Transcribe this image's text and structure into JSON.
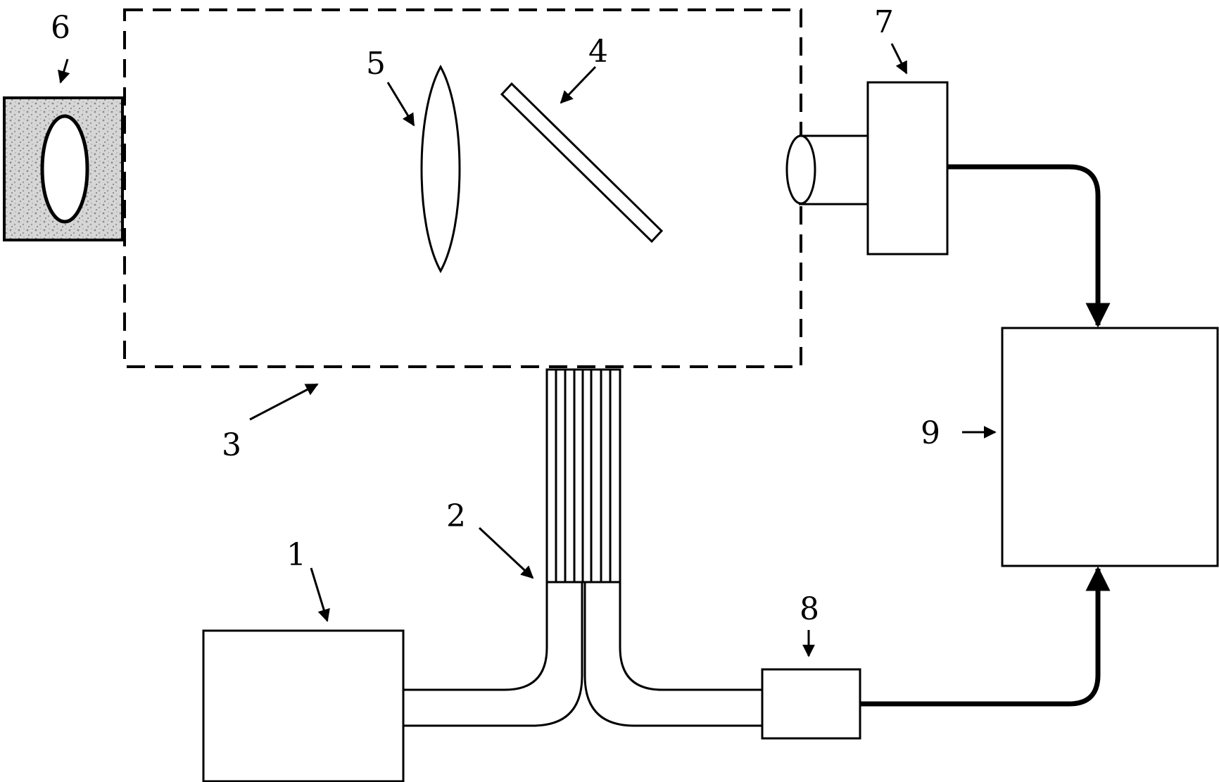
{
  "labels": {
    "1": "1",
    "2": "2",
    "3": "3",
    "4": "4",
    "5": "5",
    "6": "6",
    "7": "7",
    "8": "8",
    "9": "9"
  },
  "colors": {
    "line": "#000000",
    "background": "#ffffff",
    "speckle_fill": "#cfcfcf"
  }
}
